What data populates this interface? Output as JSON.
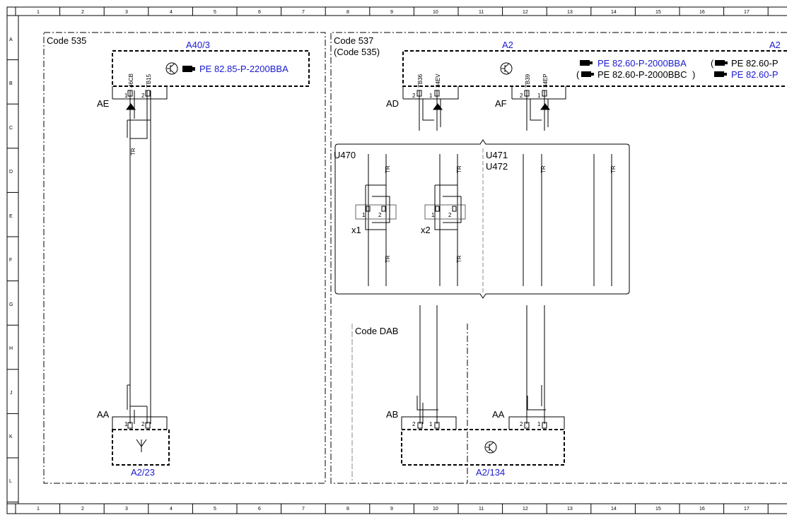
{
  "grid": {
    "columns": [
      "1",
      "2",
      "3",
      "4",
      "5",
      "6",
      "7",
      "8",
      "9",
      "10",
      "11",
      "12",
      "13",
      "14",
      "15",
      "16",
      "17"
    ],
    "rows": [
      "A",
      "B",
      "C",
      "D",
      "E",
      "F",
      "G",
      "H",
      "J",
      "K",
      "L"
    ]
  },
  "codes": {
    "code535": "Code 535",
    "code537": "Code 537",
    "code537_sub": "(Code 535)",
    "codeDAB": "Code DAB"
  },
  "components": {
    "a40_3": "A40/3",
    "a2": "A2",
    "a2_cut": "A2",
    "a2_23": "A2/23",
    "a2_134": "A2/134"
  },
  "refs": {
    "r1": "PE 82.85-P-2200BBA",
    "r2": "PE 82.60-P-2000BBA",
    "r3": "PE 82.60-P-2000BBC",
    "r4": "PE 82.60-P",
    "r5": "PE 82.60-P"
  },
  "pins": {
    "p46cb": "46CB",
    "p15": "TB15",
    "p36": "TB36",
    "p34ev": "34EV",
    "p39": "TB39",
    "p34ep": "34EP"
  },
  "connectors": {
    "ae": "AE",
    "ad": "AD",
    "af": "AF",
    "aa1": "AA",
    "ab": "AB",
    "aa2": "AA"
  },
  "splices": {
    "u470": "U470",
    "u471": "U471",
    "u472": "U472",
    "x1": "x1",
    "x2": "x2"
  },
  "wire_label": "TR",
  "pin_numbers": {
    "one": "1",
    "two": "2"
  }
}
